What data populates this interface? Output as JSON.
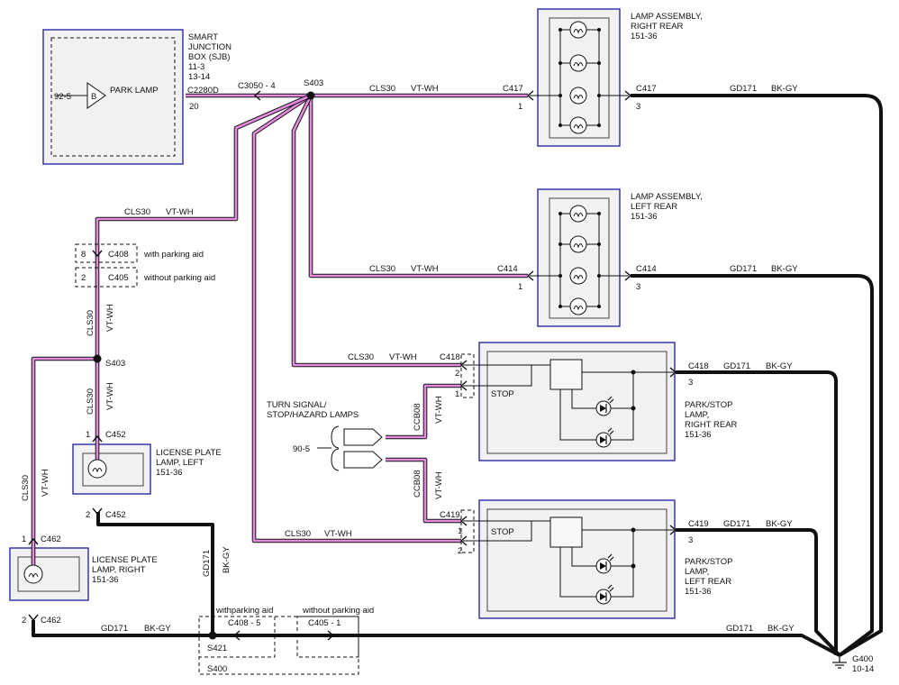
{
  "sjb": {
    "l1": "SMART",
    "l2": "JUNCTION",
    "l3": "BOX (SJB)",
    "l4": "11-3",
    "l5": "13-14",
    "pin_in": "92-5",
    "fuse": "B",
    "circuit": "PARK LAMP",
    "conn": "C2280D",
    "pin": "20"
  },
  "splices": {
    "s403_top": "S403",
    "s403_left": "S403",
    "s421": "S421",
    "s400": "S400"
  },
  "conns": {
    "c3050": "C3050 - 4",
    "c417a": "C417",
    "c417b": "C417",
    "c414a": "C414",
    "c414b": "C414",
    "c418a": "C418",
    "c418b": "C418",
    "c419a": "C419",
    "c419b": "C419",
    "c408": "C408",
    "c405": "C405",
    "c452a": "C452",
    "c452b": "C452",
    "c462a": "C462",
    "c462b": "C462",
    "c408b": "C408 -  5",
    "c405b": "C405 -  1"
  },
  "pins": {
    "p1": "1",
    "p2": "2",
    "p3": "3",
    "p8": "8"
  },
  "wires": {
    "cls": "CLS30",
    "vtwh": "VT-WH",
    "gd": "GD171",
    "bkgy": "BK-GY",
    "ccb": "CCB08"
  },
  "labels": {
    "with_aid": "with parking aid",
    "without_aid": "without parking aid",
    "withaid2": "withparking aid",
    "without2": "without parking aid",
    "stop": "STOP",
    "turn1": "TURN SIGNAL/",
    "turn2": "STOP/HAZARD LAMPS",
    "turn_pin": "90-5",
    "lar1": "LAMP ASSEMBLY,",
    "lar2": "RIGHT REAR",
    "lar3": "151-36",
    "lal1": "LAMP ASSEMBLY,",
    "lal2": "LEFT REAR",
    "lal3": "151-36",
    "ps1_1": "PARK/STOP",
    "ps1_2": "LAMP,",
    "ps1_3": "RIGHT REAR",
    "ps1_4": "151-36",
    "ps2_1": "PARK/STOP",
    "ps2_2": "LAMP,",
    "ps2_3": "LEFT REAR",
    "ps2_4": "151-36",
    "lpl1": "LICENSE PLATE",
    "lpl2": "LAMP, LEFT",
    "lpl3": "151-36",
    "lpr1": "LICENSE PLATE",
    "lpr2": "LAMP, RIGHT",
    "lpr3": "151-36",
    "g400": "G400",
    "g400p": "10-14"
  }
}
